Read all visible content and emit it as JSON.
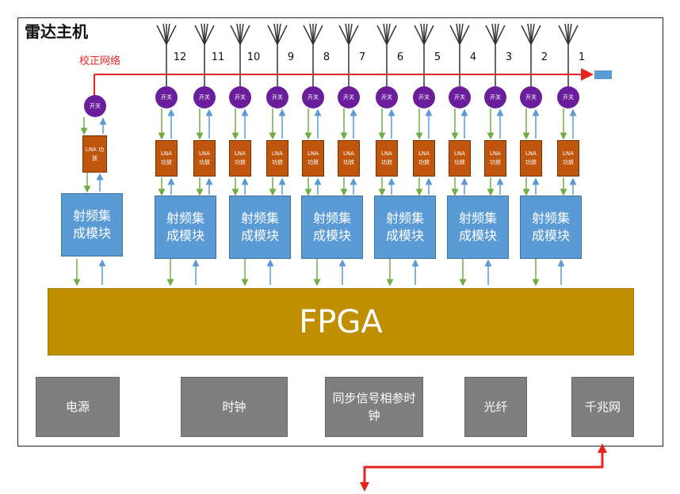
{
  "title": "雷达主机",
  "calibration_label": "校正网络",
  "antenna_numbers": [
    "12",
    "11",
    "10",
    "9",
    "8",
    "7",
    "6",
    "5",
    "4",
    "3",
    "2",
    "1"
  ],
  "switch_label": "开关",
  "lna_label": "LNA 功放",
  "rf_module_label": "射频集成模块",
  "fpga_label": "FPGA",
  "bottom_blocks": [
    {
      "label": "电源"
    },
    {
      "label": "时钟"
    },
    {
      "label": "同步信号相参时钟"
    },
    {
      "label": "光纤"
    },
    {
      "label": "千兆网"
    }
  ],
  "colors": {
    "switch": "#6a1e9c",
    "lna": "#c0560e",
    "rf_module": "#5b9bd5",
    "fpga": "#bf8f00",
    "bottom_block": "#7f7f7f",
    "down_arrow": "#70ad47",
    "up_arrow": "#5b9bd5",
    "calibration_line": "#e8231f"
  }
}
